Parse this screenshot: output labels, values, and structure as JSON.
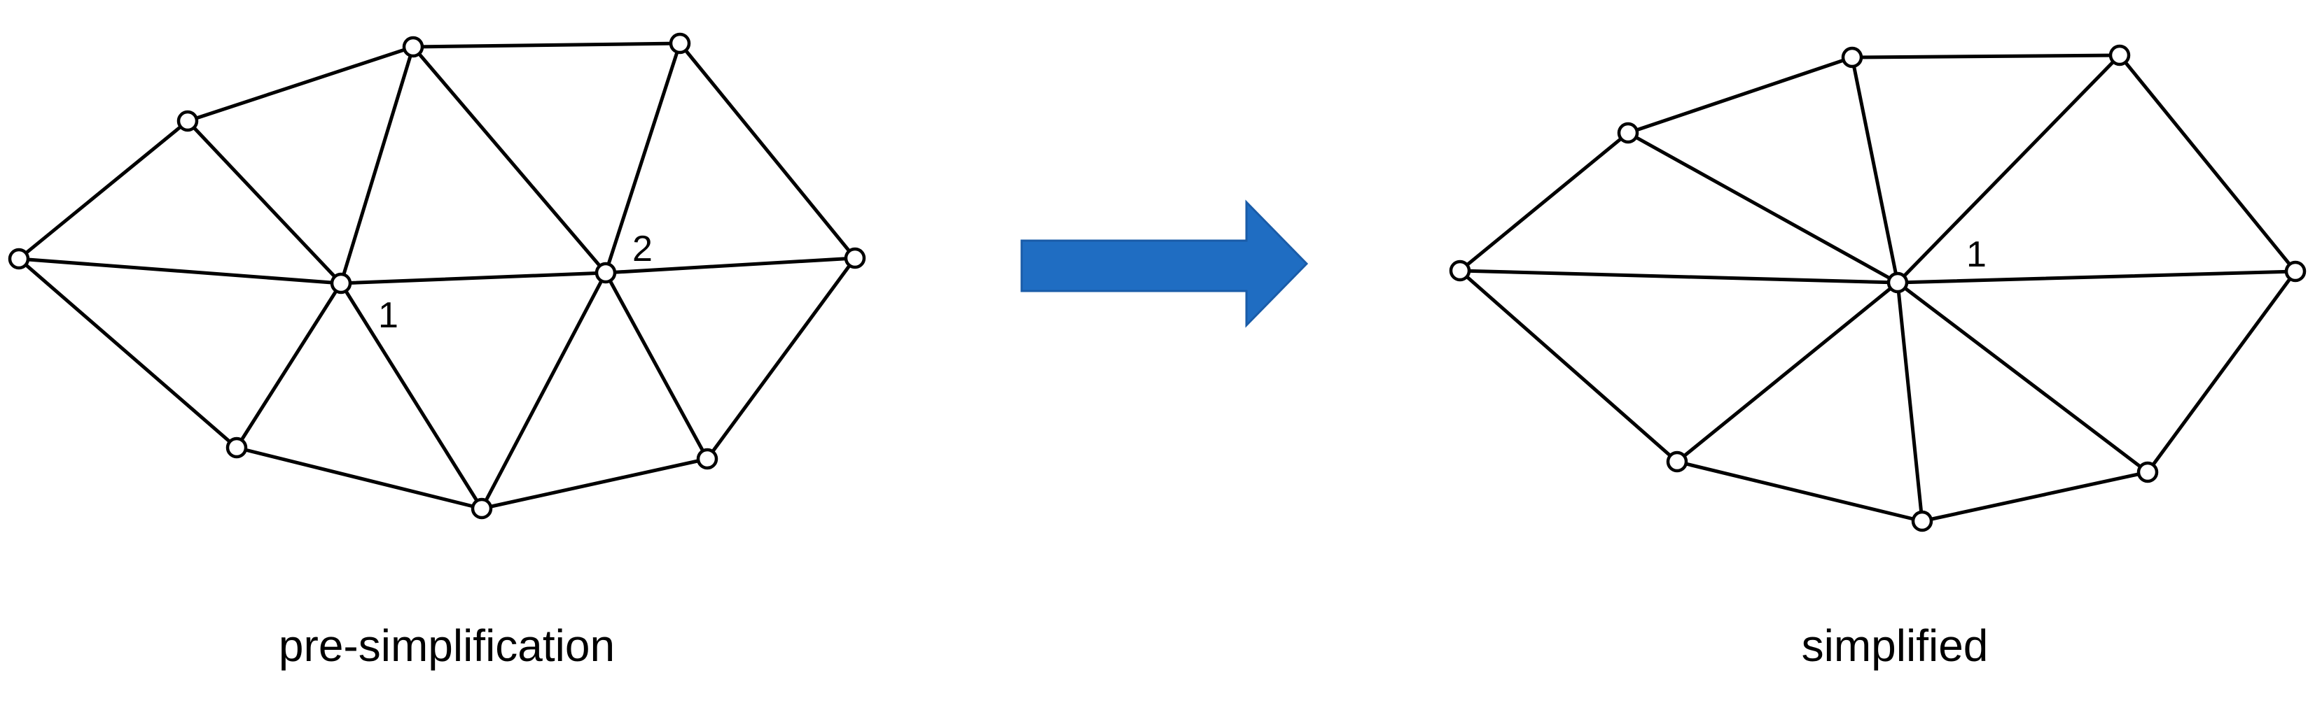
{
  "diagram": {
    "captions": {
      "left": "pre-simplification",
      "right": "simplified"
    },
    "vertex_labels": {
      "pre_vertex_1": "1",
      "pre_vertex_2": "2",
      "post_vertex_1": "1"
    },
    "arrow": {
      "color": "#1F6DC2",
      "border_color": "#1A5CA8",
      "icon": "right-arrow-icon"
    },
    "mesh_color": "#000000",
    "vertex_fill": "#ffffff"
  }
}
